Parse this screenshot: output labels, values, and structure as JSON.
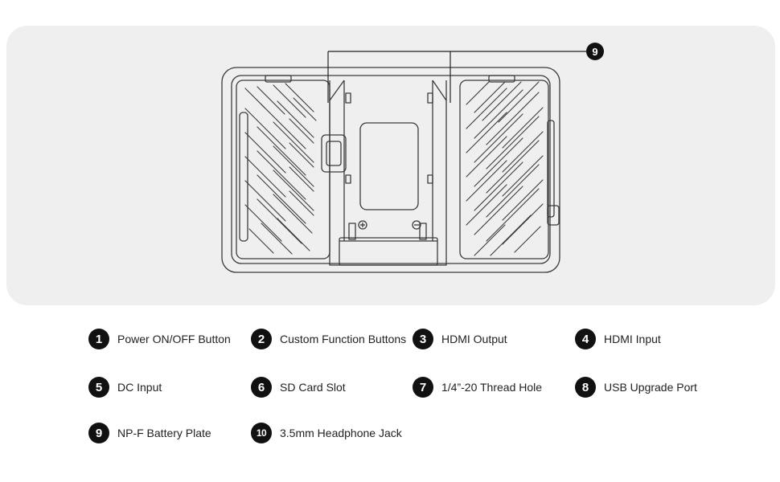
{
  "callout": {
    "number": "9"
  },
  "legend": [
    {
      "number": "1",
      "label": "Power ON/OFF Button"
    },
    {
      "number": "2",
      "label": "Custom Function Buttons"
    },
    {
      "number": "3",
      "label": "HDMI Output"
    },
    {
      "number": "4",
      "label": "HDMI Input"
    },
    {
      "number": "5",
      "label": "DC Input"
    },
    {
      "number": "6",
      "label": "SD Card Slot"
    },
    {
      "number": "7",
      "label": "1/4”-20 Thread Hole"
    },
    {
      "number": "8",
      "label": "USB Upgrade Port"
    },
    {
      "number": "9",
      "label": "NP-F Battery Plate"
    },
    {
      "number": "10",
      "label": "3.5mm Headphone Jack"
    }
  ]
}
